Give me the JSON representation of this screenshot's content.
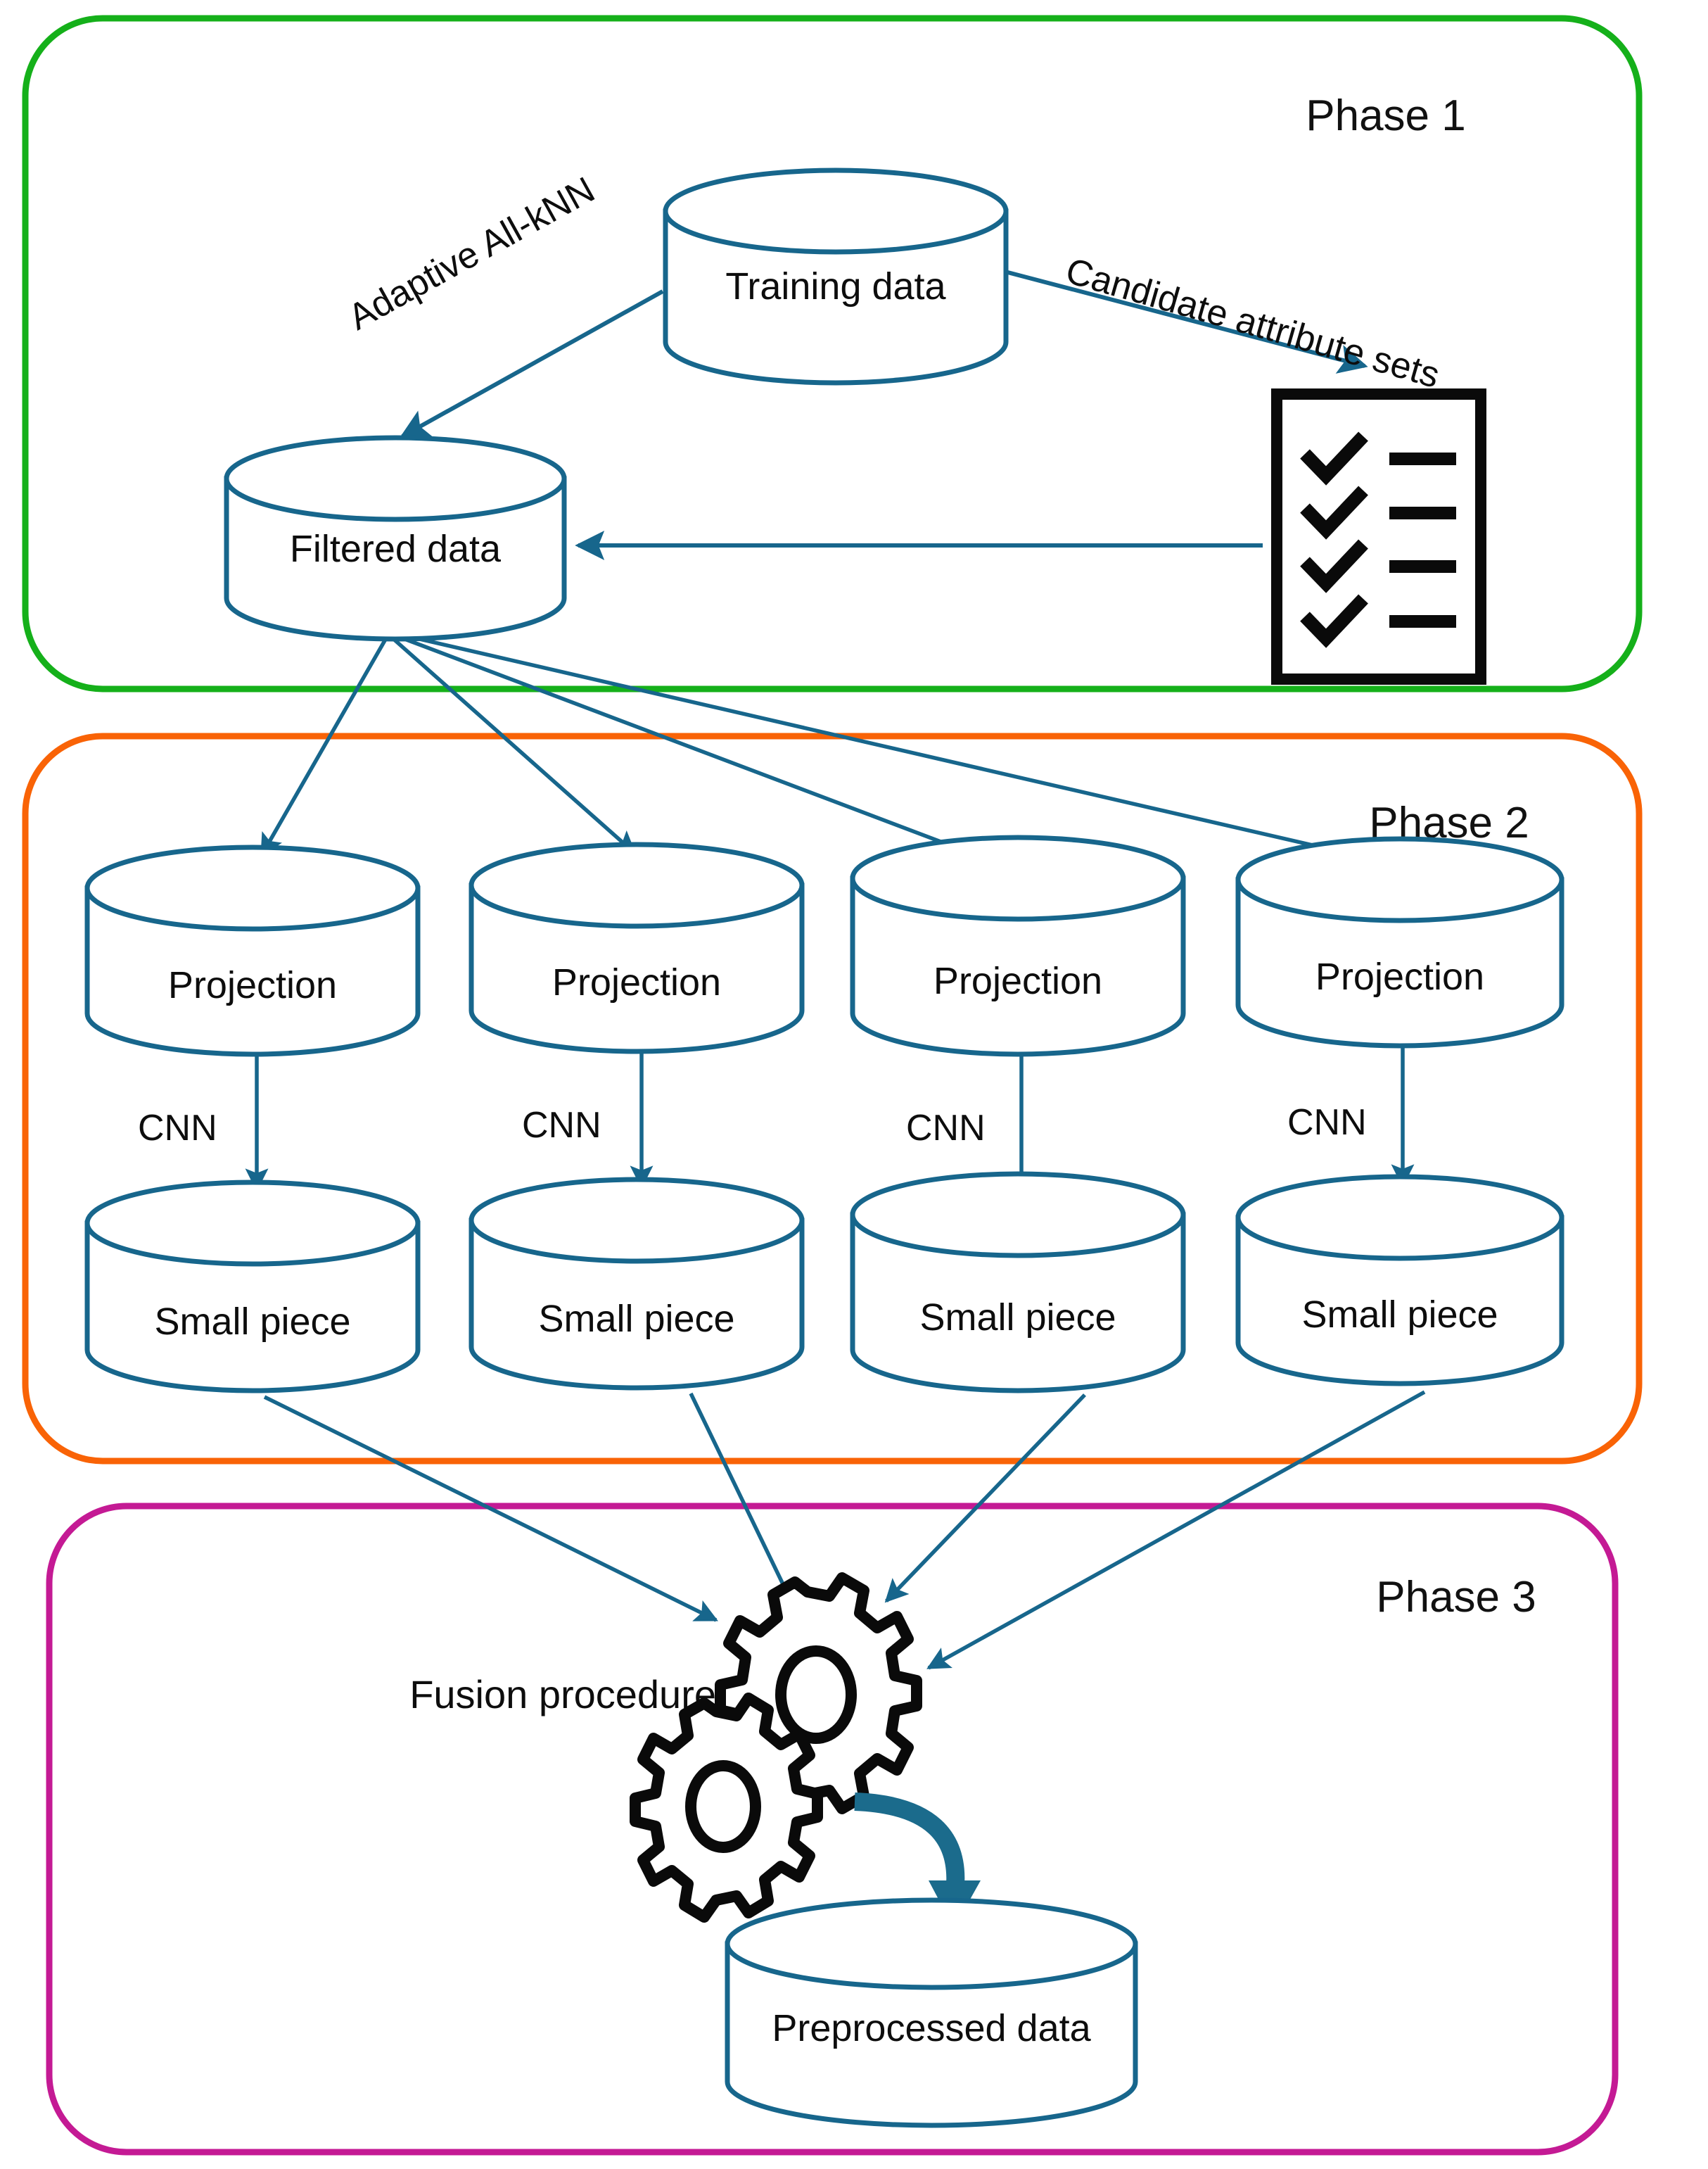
{
  "diagram": {
    "title": "Three-phase data preprocessing pipeline",
    "colors": {
      "phase1_border": "#15b01a",
      "phase2_border": "#f96306",
      "phase3_border": "#c41a94",
      "node_stroke": "#17668c",
      "edge": "#17668c",
      "icon": "#0a0a0a",
      "text": "#0d0d0d"
    },
    "phases": [
      {
        "id": "phase1",
        "label": "Phase 1",
        "border_color": "#15b01a"
      },
      {
        "id": "phase2",
        "label": "Phase 2",
        "border_color": "#f96306"
      },
      {
        "id": "phase3",
        "label": "Phase 3",
        "border_color": "#c41a94"
      }
    ],
    "nodes": {
      "training_data": "Training data",
      "filtered_data": "Filtered data",
      "projections": [
        "Projection",
        "Projection",
        "Projection",
        "Projection"
      ],
      "small_pieces": [
        "Small piece",
        "Small piece",
        "Small piece",
        "Small piece"
      ],
      "preprocessed_data": "Preprocessed data"
    },
    "edge_labels": {
      "adaptive_knn": "Adaptive All-kNN",
      "candidate_attribute_sets": "Candidate attribute sets",
      "cnn": [
        "CNN",
        "CNN",
        "CNN",
        "CNN"
      ]
    },
    "annotations": {
      "fusion_procedure": "Fusion procedure"
    },
    "icons": {
      "checklist": {
        "name": "checklist-icon",
        "check_count": 4,
        "line_count": 4
      },
      "gears": {
        "name": "gears-icon",
        "gear_count": 2,
        "teeth": 10
      },
      "curved_arrow": {
        "name": "curved-arrow-icon"
      }
    }
  }
}
